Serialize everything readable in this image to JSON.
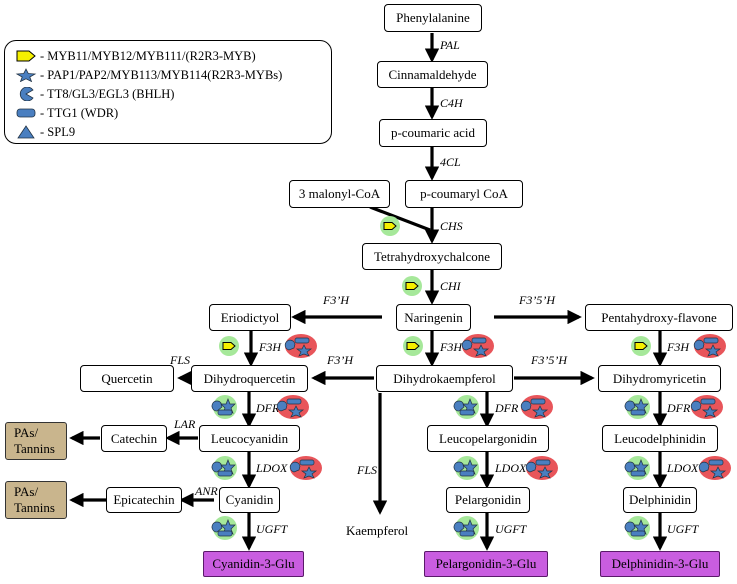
{
  "legend": {
    "items": [
      {
        "icon": "myb-tag-icon",
        "text": "- MYB11/MYB12/MYB111/(R2R3-MYB)"
      },
      {
        "icon": "star-icon",
        "text": "- PAP1/PAP2/MYB113/MYB114(R2R3-MYBs)"
      },
      {
        "icon": "pacman-icon",
        "text": "- TT8/GL3/EGL3 (BHLH)"
      },
      {
        "icon": "rounded-rect-icon",
        "text": "- TTG1 (WDR)"
      },
      {
        "icon": "triangle-icon",
        "text": "- SPL9"
      }
    ]
  },
  "compounds": {
    "phenylalanine": "Phenylalanine",
    "cinnamaldehyde": "Cinnamaldehyde",
    "p_coumaric_acid": "p-coumaric acid",
    "malonyl_coa": "3 malonyl-CoA",
    "p_coumaryl_coa": "p-coumaryl CoA",
    "tetrahydroxychalcone": "Tetrahydroxychalcone",
    "naringenin": "Naringenin",
    "eriodictyol": "Eriodictyol",
    "pentahydroxy_flavone": "Pentahydroxy-flavone",
    "quercetin": "Quercetin",
    "dihydroquercetin": "Dihydroquercetin",
    "dihydrokaempferol": "Dihydrokaempferol",
    "dihydromyricetin": "Dihydromyricetin",
    "catechin": "Catechin",
    "leucocyanidin": "Leucocyanidin",
    "leucopelargonidin": "Leucopelargonidin",
    "leucodelphinidin": "Leucodelphinidin",
    "epicatechin": "Epicatechin",
    "cyanidin": "Cyanidin",
    "pelargonidin": "Pelargonidin",
    "delphinidin": "Delphinidin",
    "kaempferol": "Kaempferol",
    "pas_tannins_1a": "PAs/",
    "pas_tannins_1b": "Tannins",
    "pas_tannins_2a": "PAs/",
    "pas_tannins_2b": "Tannins",
    "cyanidin_3_glu": "Cyanidin-3-Glu",
    "pelargonidin_3_glu": "Pelargonidin-3-Glu",
    "delphinidin_3_glu": "Delphinidin-3-Glu"
  },
  "enzymes": {
    "pal": "PAL",
    "c4h": "C4H",
    "cl4": "4CL",
    "chs": "CHS",
    "chi": "CHI",
    "f3h_eriod": "F3’H",
    "f35h_penta": "F3’5’H",
    "f3h_1": "F3H",
    "f3h_2": "F3H",
    "f3h_3": "F3H",
    "fls_1": "FLS",
    "f3h_dhq": "F3’H",
    "f35h_dhm": "F3’5’H",
    "lar": "LAR",
    "dfr_1": "DFR",
    "dfr_2": "DFR",
    "dfr_3": "DFR",
    "anr": "ANR",
    "ldox_1": "LDOX",
    "ldox_2": "LDOX",
    "ldox_3": "LDOX",
    "fls_2": "FLS",
    "ugft_1": "UGFT",
    "ugft_2": "UGFT",
    "ugft_3": "UGFT"
  },
  "colors": {
    "green_circle": "#a6e89a",
    "red_circle": "#e8555a",
    "yellow_tag": "#f5f000",
    "blue_shape": "#4a7fc0",
    "purple_box": "#c95de0",
    "tan_box": "#c9b58d"
  }
}
